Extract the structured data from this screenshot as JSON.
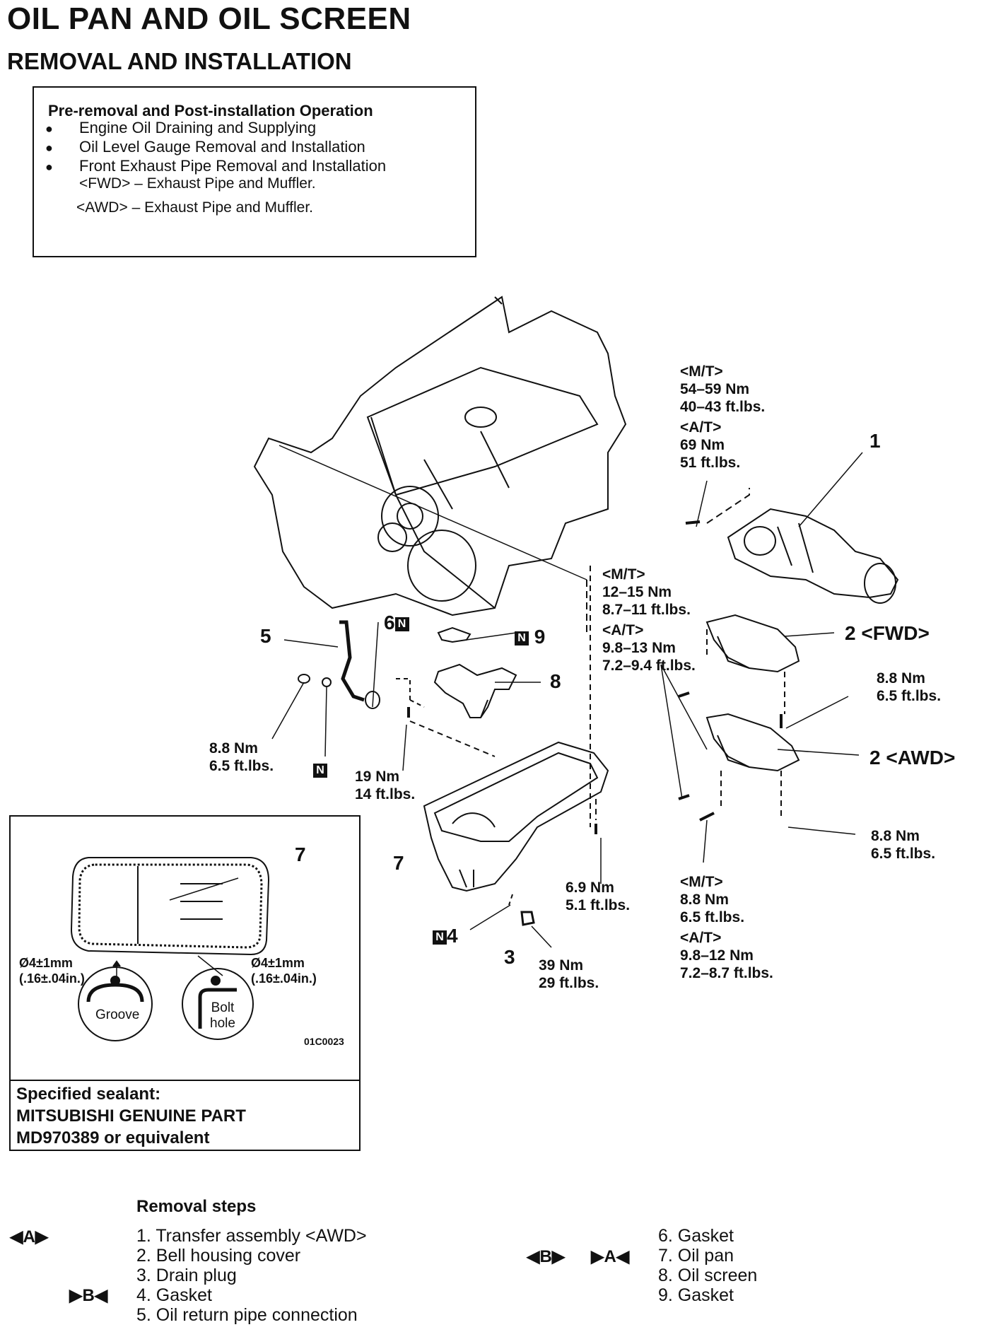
{
  "title": "OIL PAN AND OIL SCREEN",
  "subtitle": "REMOVAL AND INSTALLATION",
  "operations": {
    "heading": "Pre-removal and Post-installation Operation",
    "items": [
      "Engine Oil Draining and Supplying",
      "Oil Level Gauge Removal and Installation",
      "Front Exhaust Pipe Removal and Installation"
    ],
    "sub_fwd": "<FWD> – Exhaust Pipe and Muffler.",
    "sub_awd": "<AWD> – Exhaust Pipe and Muffler."
  },
  "diagram": {
    "torque_1": {
      "mt": "<M/T>",
      "mt_nm": "54–59 Nm",
      "mt_ft": "40–43 ft.lbs.",
      "at": "<A/T>",
      "at_nm": "69 Nm",
      "at_ft": "51 ft.lbs."
    },
    "torque_2": {
      "mt": "<M/T>",
      "mt_nm": "12–15 Nm",
      "mt_ft": "8.7–11 ft.lbs.",
      "at": "<A/T>",
      "at_nm": "9.8–13 Nm",
      "at_ft": "7.2–9.4 ft.lbs."
    },
    "torque_fwd_cover": {
      "nm": "8.8 Nm",
      "ft": "6.5 ft.lbs."
    },
    "torque_awd_cover": {
      "nm": "8.8 Nm",
      "ft": "6.5 ft.lbs."
    },
    "torque_bottom": {
      "mt": "<M/T>",
      "mt_nm": "8.8 Nm",
      "mt_ft": "6.5 ft.lbs.",
      "at": "<A/T>",
      "at_nm": "9.8–12 Nm",
      "at_ft": "7.2–8.7 ft.lbs."
    },
    "torque_pipe": {
      "nm": "8.8 Nm",
      "ft": "6.5 ft.lbs."
    },
    "torque_screen": {
      "nm": "19 Nm",
      "ft": "14 ft.lbs."
    },
    "torque_pan": {
      "nm": "6.9 Nm",
      "ft": "5.1 ft.lbs."
    },
    "torque_drain": {
      "nm": "39 Nm",
      "ft": "29 ft.lbs."
    },
    "callouts": {
      "c1": "1",
      "c2fwd": "2 <FWD>",
      "c2awd": "2 <AWD>",
      "c3": "3",
      "c4": "4",
      "c5": "5",
      "c6": "6",
      "c7": "7",
      "c8": "8",
      "c9": "9"
    },
    "n_badge": "N"
  },
  "inset": {
    "callout": "7",
    "dim_left": "Ø4±1mm",
    "dim_left_in": "(.16±.04in.)",
    "dim_right": "Ø4±1mm",
    "dim_right_in": "(.16±.04in.)",
    "groove": "Groove",
    "bolt": "Bolt",
    "hole": "hole",
    "fig_code": "01C0023",
    "sealant_1": "Specified sealant:",
    "sealant_2": "MITSUBISHI GENUINE PART",
    "sealant_3": "MD970389 or equivalent"
  },
  "removal": {
    "heading": "Removal steps",
    "steps_left": [
      "1. Transfer assembly <AWD>",
      "2. Bell housing cover",
      "3. Drain plug",
      "4. Gasket",
      "5. Oil return pipe connection"
    ],
    "steps_right": [
      "6. Gasket",
      "7. Oil pan",
      "8. Oil screen",
      "9. Gasket"
    ],
    "marker_a": "◀A▶",
    "marker_b_inst": "▶B◀",
    "marker_b": "◀B▶",
    "marker_a_inst": "▶A◀"
  }
}
